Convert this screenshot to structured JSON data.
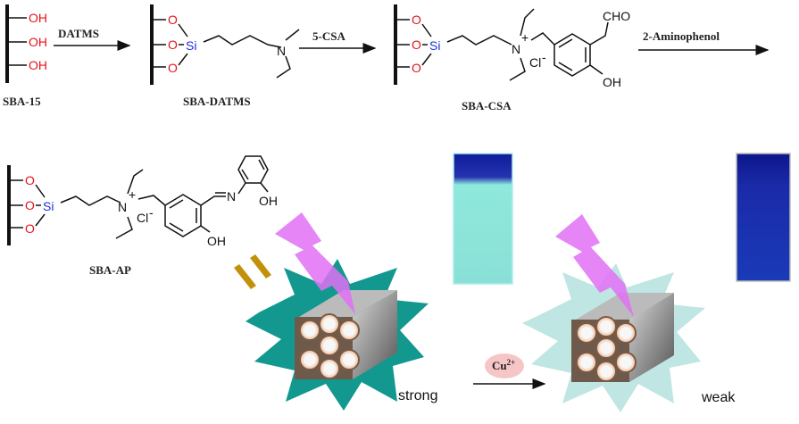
{
  "scheme": {
    "compounds": [
      "SBA-15",
      "SBA-DATMS",
      "SBA-CSA",
      "SBA-AP"
    ],
    "reagents": [
      "DATMS",
      "5-CSA",
      "2-Aminophenol"
    ],
    "atoms": {
      "oh": "OH",
      "o": "O",
      "si": "Si",
      "n": "N",
      "nplus": "+",
      "cl": "Cl",
      "minus": "-",
      "cho": "CHO"
    }
  },
  "illustration": {
    "strong_label": "strong",
    "weak_label": "weak",
    "ion": "Cu",
    "ion_charge": "2+"
  },
  "colors": {
    "oxygen": "#e8101a",
    "silicon": "#2030e0",
    "teal": "#12988f",
    "uv": "#e070f5",
    "cuvette_blue": "#1a2aa8",
    "cuvette_cyan": "#8fe8dc",
    "ion_bubble": "#f6c6c6"
  }
}
